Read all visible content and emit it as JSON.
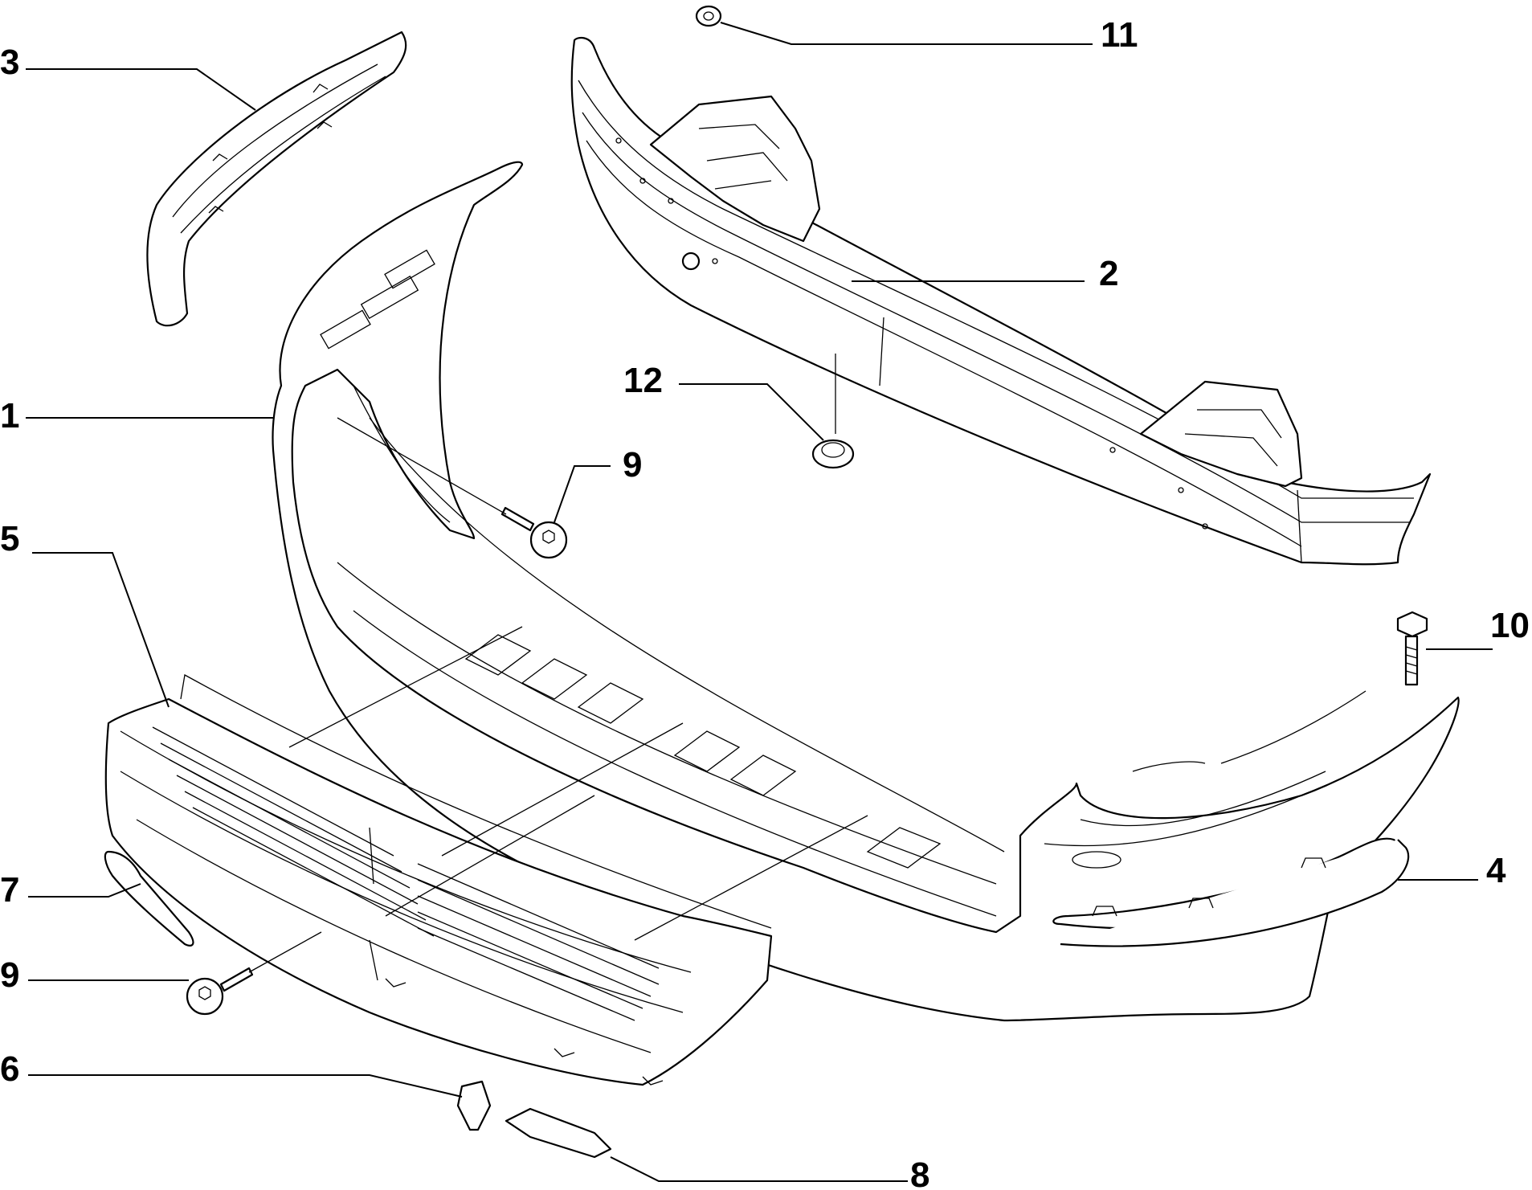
{
  "callouts": [
    {
      "id": "c1",
      "label": "1"
    },
    {
      "id": "c2",
      "label": "2"
    },
    {
      "id": "c3",
      "label": "3"
    },
    {
      "id": "c4",
      "label": "4"
    },
    {
      "id": "c5",
      "label": "5"
    },
    {
      "id": "c6",
      "label": "6"
    },
    {
      "id": "c7",
      "label": "7"
    },
    {
      "id": "c8",
      "label": "8"
    },
    {
      "id": "c9a",
      "label": "9"
    },
    {
      "id": "c9b",
      "label": "9"
    },
    {
      "id": "c10",
      "label": "10"
    },
    {
      "id": "c11",
      "label": "11"
    },
    {
      "id": "c12",
      "label": "12"
    }
  ]
}
